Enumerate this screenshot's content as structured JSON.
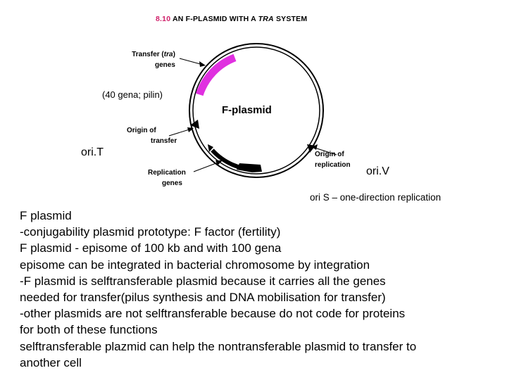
{
  "figure": {
    "number": "8.10",
    "title_part1": "AN F-PLASMID WITH A",
    "title_italic": "TRA",
    "title_part2": "SYSTEM"
  },
  "diagram": {
    "plasmid_label": "F-plasmid",
    "tra_label_line1": "Transfer (",
    "tra_label_italic": "tra",
    "tra_label_close": ")",
    "tra_label_line2": "genes",
    "origin_transfer_line1": "Origin of",
    "origin_transfer_line2": "transfer",
    "replication_line1": "Replication",
    "replication_line2": "genes",
    "origin_replication_line1": "Origin of",
    "origin_replication_line2": "replication",
    "colors": {
      "tra_segment": "#e030e0",
      "backbone": "#000000",
      "title_number": "#d0206a"
    }
  },
  "annotations": {
    "tra_note": "(40 gena; pilin)",
    "ori_t": "ori.T",
    "ori_v": "ori.V",
    "ori_s": "ori S – one-direction replication"
  },
  "body_text": {
    "lines": [
      "F plasmid",
      "-conjugability plasmid prototype: F factor (fertility)",
      "F plasmid - episome of 100 kb and with 100 gena",
      "episome can be integrated in bacterial chromosome by integration",
      "-F plasmid is selftransferable plasmid because it carries all the genes",
      "needed for transfer(pilus synthesis and DNA mobilisation for transfer)",
      "-other plasmids are not selftransferable because do not code for proteins",
      "for both of these  functions",
      "selftransferable plazmid can help the nontransferable plasmid to transfer to",
      "another cell"
    ]
  }
}
